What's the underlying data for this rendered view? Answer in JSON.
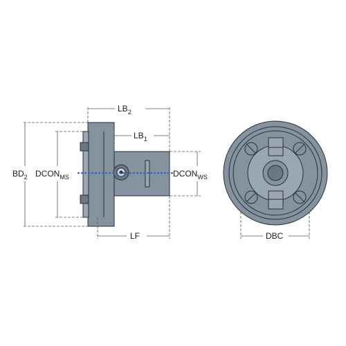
{
  "labels": {
    "lb2": {
      "main": "LB",
      "sub": "2"
    },
    "lb1": {
      "main": "LB",
      "sub": "1"
    },
    "bd2": {
      "main": "BD",
      "sub": "2"
    },
    "dcon_ms": {
      "main": "DCON",
      "sub": "MS"
    },
    "dcon_ws": {
      "main": "DCON",
      "sub": "WS"
    },
    "lf": {
      "main": "LF"
    },
    "dbc": {
      "main": "DBC"
    }
  },
  "colors": {
    "part_fill": "#8592a0",
    "part_outline": "#2a2f36",
    "center_axis": "#2e6fb0",
    "dimension_line": "#555555"
  }
}
